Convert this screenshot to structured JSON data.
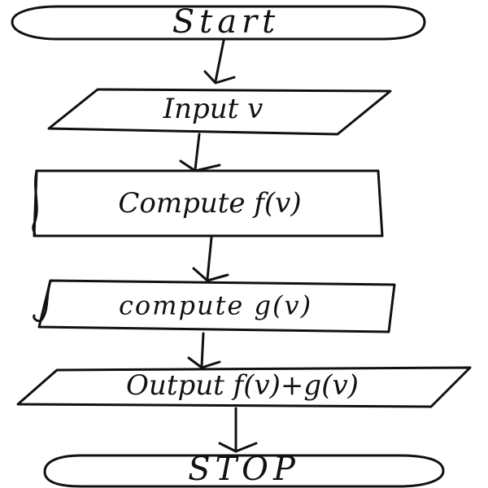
{
  "flowchart": {
    "nodes": [
      {
        "id": "start",
        "shape": "terminator",
        "label": "Start"
      },
      {
        "id": "input",
        "shape": "parallelogram",
        "label": "Input v"
      },
      {
        "id": "compute_f",
        "shape": "process",
        "label": "Compute f(v)"
      },
      {
        "id": "compute_g",
        "shape": "process",
        "label": "compute g(v)"
      },
      {
        "id": "output",
        "shape": "parallelogram",
        "label": "Output f(v)+g(v)"
      },
      {
        "id": "stop",
        "shape": "terminator",
        "label": "STOP"
      }
    ],
    "edges": [
      {
        "from": "start",
        "to": "input"
      },
      {
        "from": "input",
        "to": "compute_f"
      },
      {
        "from": "compute_f",
        "to": "compute_g"
      },
      {
        "from": "compute_g",
        "to": "output"
      },
      {
        "from": "output",
        "to": "stop"
      }
    ]
  }
}
